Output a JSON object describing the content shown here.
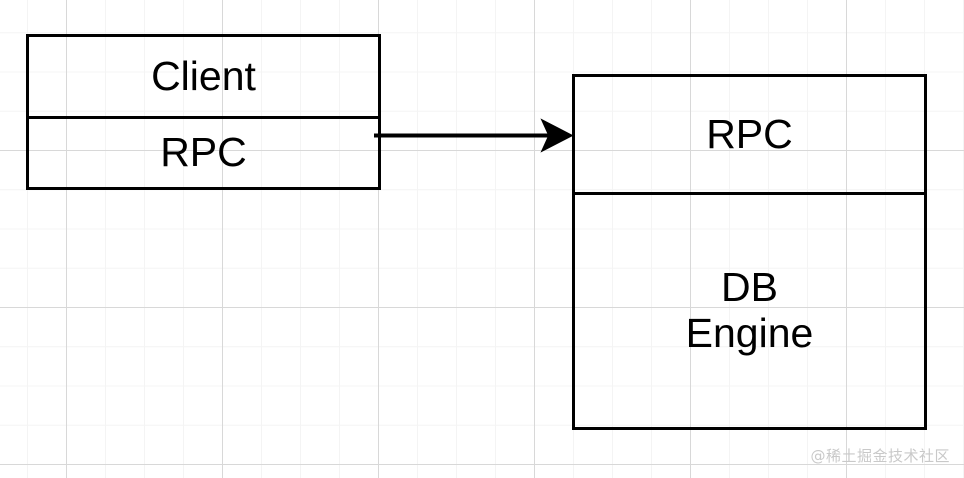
{
  "diagram": {
    "title": "RPC client to database engine diagram",
    "background": {
      "grid": true,
      "grid_major_color": "#d8d8d8",
      "grid_minor_color": "#f4f4f4",
      "page_color": "#ffffff"
    },
    "stroke_color": "#000000",
    "nodes": [
      {
        "id": "client",
        "name": "client-node",
        "cells": [
          {
            "id": "client-title",
            "label": "Client"
          },
          {
            "id": "client-rpc",
            "label": "RPC"
          }
        ]
      },
      {
        "id": "server",
        "name": "server-node",
        "cells": [
          {
            "id": "server-rpc",
            "label": "RPC"
          },
          {
            "id": "server-db",
            "label": "DB\nEngine"
          }
        ]
      }
    ],
    "edges": [
      {
        "id": "client-rpc-to-server-rpc",
        "name": "rpc-arrow",
        "label": "",
        "from": "client-rpc",
        "to": "server-rpc",
        "arrowhead": "filled-triangle",
        "direction": "right"
      }
    ],
    "watermark": "@稀土掘金技术社区"
  }
}
